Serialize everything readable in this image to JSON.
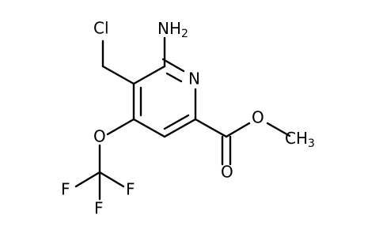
{
  "molecule": {
    "atoms": {
      "amino": "NH2",
      "amino_main": "NH",
      "amino_sub": "2",
      "ring_nitrogen": "N",
      "chlorine": "Cl",
      "ether_oxygen": "O",
      "ester_oxygen_single": "O",
      "ester_oxygen_double": "O",
      "methyl": "CH3",
      "methyl_main": "CH",
      "methyl_sub": "3",
      "fluorine_left": "F",
      "fluorine_right": "F",
      "fluorine_bottom": "F"
    }
  }
}
